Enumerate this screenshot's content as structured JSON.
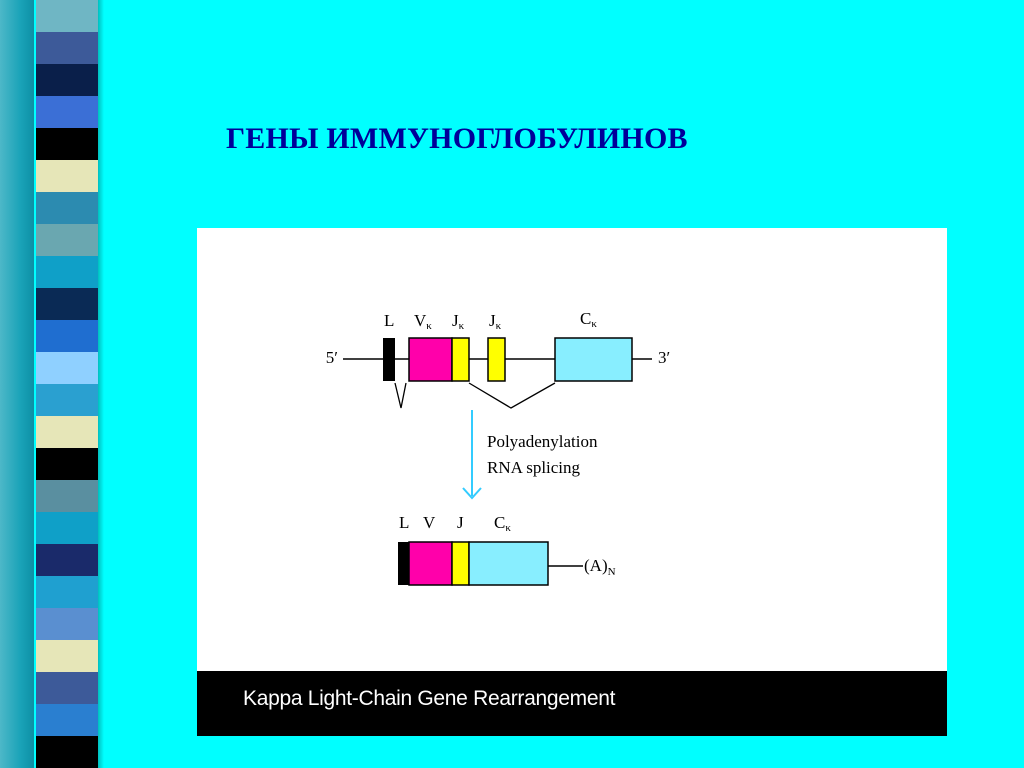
{
  "slide": {
    "title": "ГЕНЫ ИММУНОГЛОБУЛИНОВ"
  },
  "figure": {
    "caption": "Kappa Light-Chain Gene Rearrangement",
    "gene_labels": {
      "leader": "L",
      "v": "V",
      "j1": "J",
      "j2": "J",
      "c": "C",
      "kappa_sub": "κ",
      "five_prime": "5′",
      "three_prime": "3′"
    },
    "process_labels": {
      "line1": "Polyadenylation",
      "line2": "RNA splicing"
    },
    "mrna_labels": {
      "leader": "L",
      "v": "V",
      "j": "J",
      "c": "C",
      "kappa_sub": "κ",
      "poly_a": "(A)",
      "poly_a_sub": "N"
    },
    "colors": {
      "leader": "#000000",
      "v_segment": "#ff00aa",
      "j_segment": "#ffff00",
      "c_segment": "#88eeff",
      "arrow": "#33ccff"
    }
  },
  "decor": {
    "stripe_colors": [
      "#6fb6c4",
      "#3d5a99",
      "#0a1f4a",
      "#3b6fd6",
      "#000000",
      "#e6e6b8",
      "#2c8bb0",
      "#6aa7b0",
      "#0fa0c8",
      "#0a2a55",
      "#1f6ed0",
      "#8fd0ff",
      "#2aa0d0",
      "#e6e6b8",
      "#000000",
      "#5a8fa0",
      "#0fa0c8",
      "#1a2a6a",
      "#1fa0d0",
      "#5a8fd0",
      "#e6e6b8",
      "#3d5a99",
      "#2a7fd0",
      "#000000"
    ]
  }
}
